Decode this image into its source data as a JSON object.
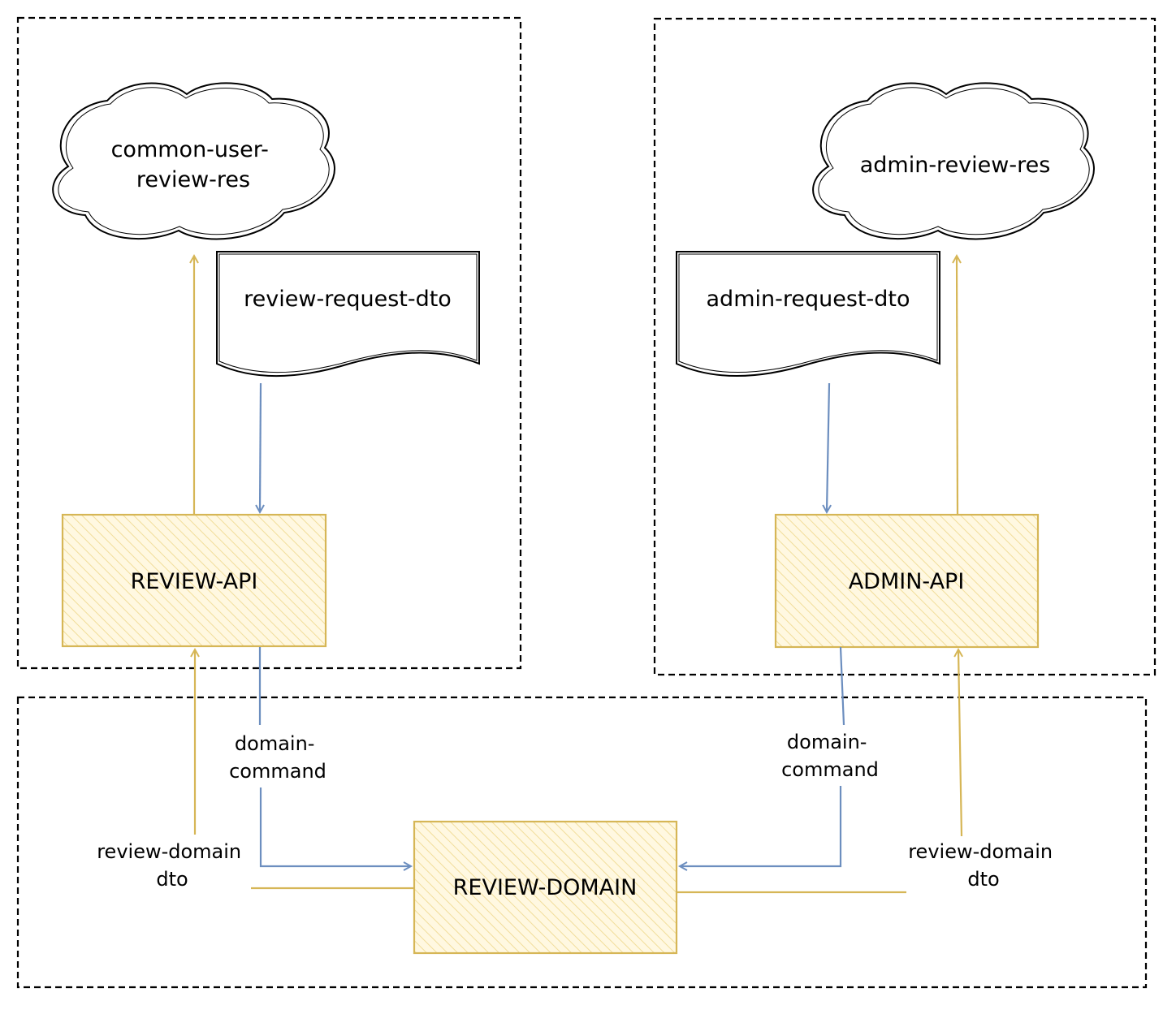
{
  "colors": {
    "frame": "#000000",
    "api_stroke": "#d6b656",
    "api_fill": "#fff2cc",
    "request_flow": "#6c8ebf",
    "response_flow": "#d6b656"
  },
  "nodes": {
    "common_user_review_res": {
      "line1": "common-user-",
      "line2": "review-res"
    },
    "admin_review_res": {
      "label": "admin-review-res"
    },
    "review_request_dto": {
      "label": "review-request-dto"
    },
    "admin_request_dto": {
      "label": "admin-request-dto"
    },
    "review_api": {
      "label": "REVIEW-API"
    },
    "admin_api": {
      "label": "ADMIN-API"
    },
    "review_domain": {
      "label": "REVIEW-DOMAIN"
    }
  },
  "edges": {
    "left_command": {
      "line1": "domain-",
      "line2": "command"
    },
    "right_command": {
      "line1": "domain-",
      "line2": "command"
    },
    "left_domain_dto": {
      "line1": "review-domain",
      "line2": "dto"
    },
    "right_domain_dto": {
      "line1": "review-domain",
      "line2": "dto"
    }
  }
}
